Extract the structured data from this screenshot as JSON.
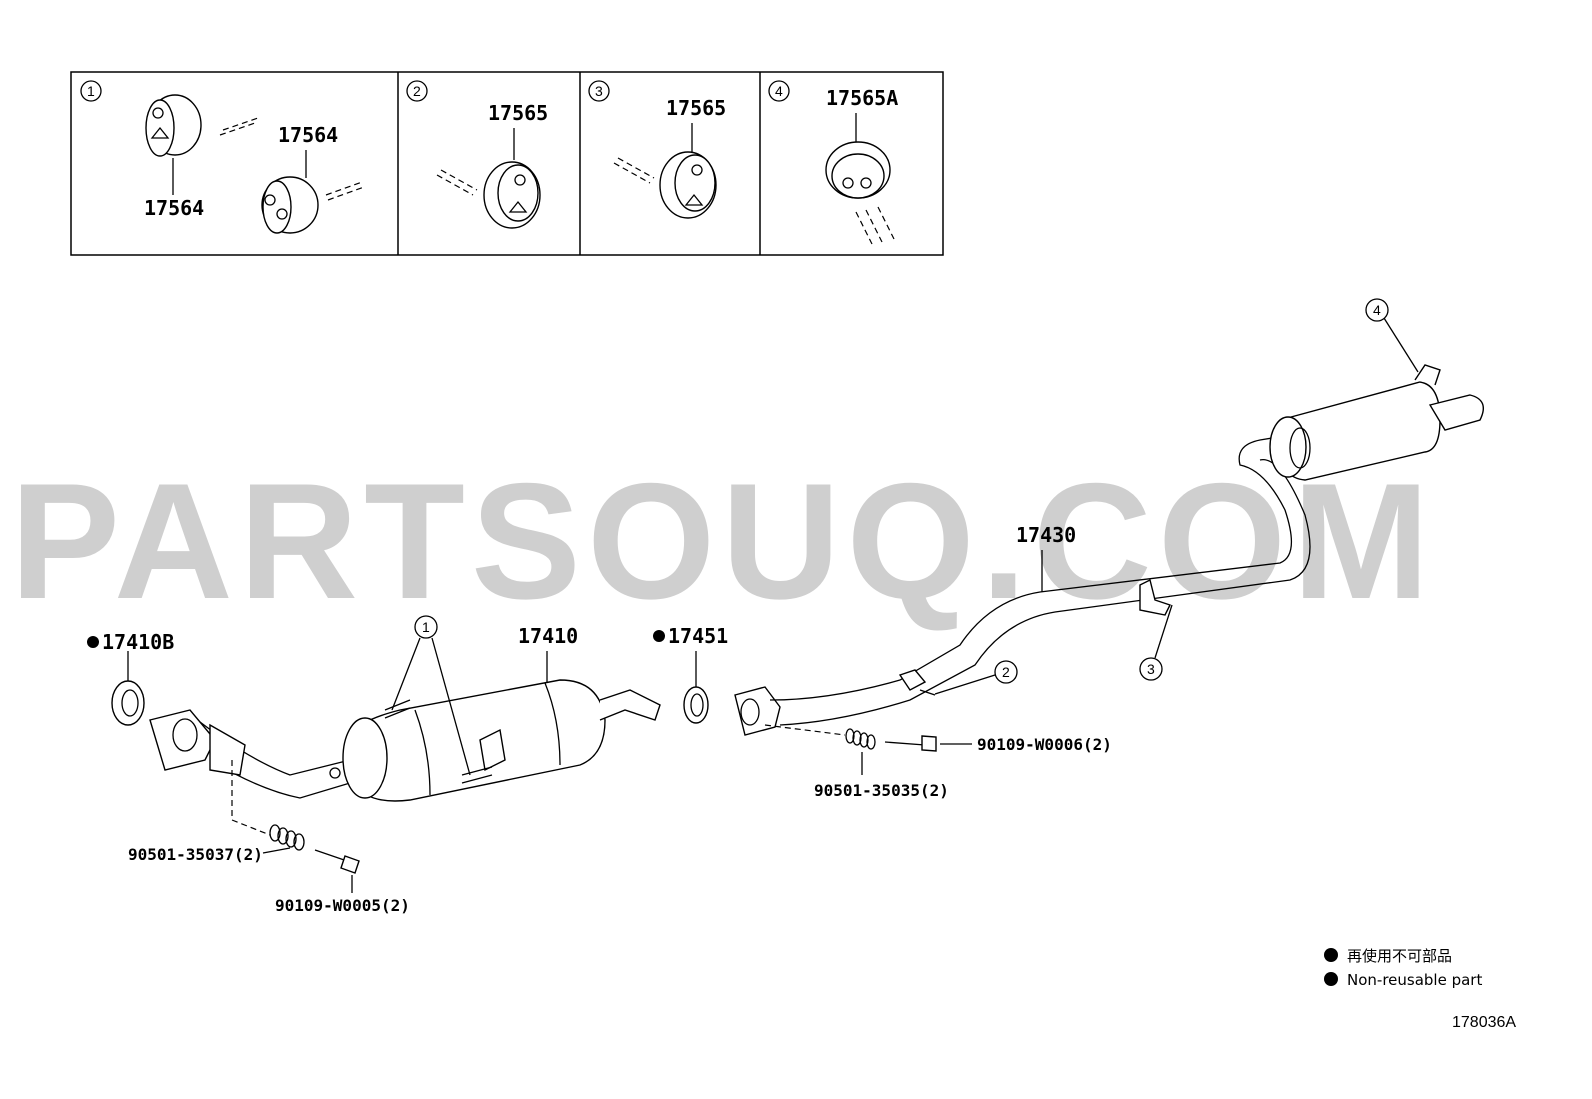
{
  "watermark": "PARTSOUQ.COM",
  "insets": [
    {
      "num": "1",
      "labels": [
        "17564",
        "17564"
      ]
    },
    {
      "num": "2",
      "labels": [
        "17565"
      ]
    },
    {
      "num": "3",
      "labels": [
        "17565"
      ]
    },
    {
      "num": "4",
      "labels": [
        "17565A"
      ]
    }
  ],
  "callouts": {
    "c1": "1",
    "c2": "2",
    "c3": "3",
    "c4": "4"
  },
  "parts": {
    "p17410B": "17410B",
    "p17410": "17410",
    "p17451": "17451",
    "p17430": "17430",
    "p90109_W0006": "90109-W0006(2)",
    "p90501_35035": "90501-35035(2)",
    "p90501_35037": "90501-35037(2)",
    "p90109_W0005": "90109-W0005(2)"
  },
  "legend": {
    "line1": "再使用不可部品",
    "line2": "Non-reusable part"
  },
  "diagram_code": "178036A"
}
